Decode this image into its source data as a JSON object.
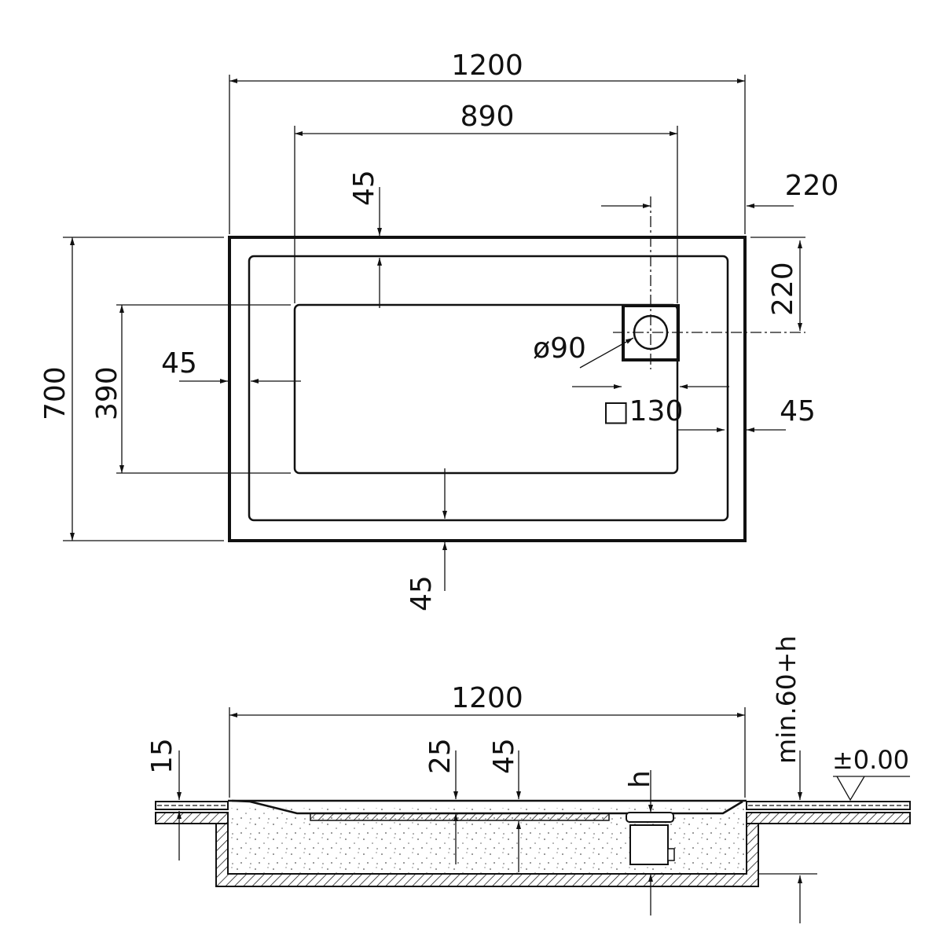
{
  "plan_view": {
    "overall_length": "1200",
    "basin_length": "890",
    "rim_top": "45",
    "drain_offset_x": "220",
    "drain_offset_y": "220",
    "overall_width": "700",
    "basin_width": "390",
    "rim_left": "45",
    "drain_diameter": "ø90",
    "drain_square": "□130",
    "rim_right": "45",
    "rim_bottom": "45"
  },
  "section_view": {
    "overall_length": "1200",
    "edge_thickness": "15",
    "surface_depth": "25",
    "total_depth": "45",
    "drain_height": "h",
    "min_height": "min.60+h",
    "floor_level": "±0.00"
  }
}
